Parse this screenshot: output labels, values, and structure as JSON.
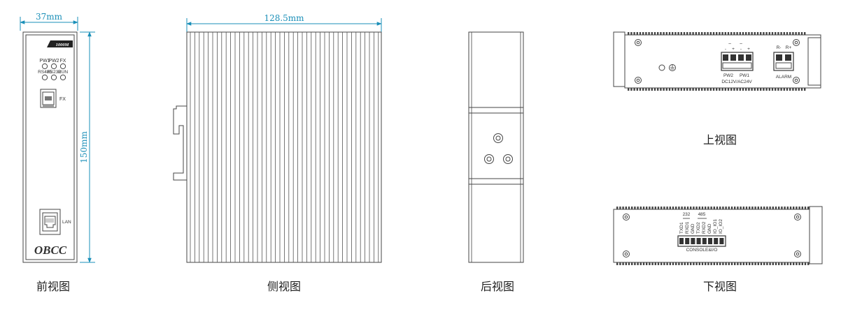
{
  "views": {
    "front": {
      "caption": "前视图",
      "width_dim": "37mm",
      "height_dim": "150mm",
      "speed_badge": "1000M",
      "led_top": [
        "PW1",
        "PW2",
        "FX"
      ],
      "led_bottom": [
        "RS485",
        "RS232",
        "RUN"
      ],
      "fx_port": "FX",
      "lan_port": "LAN",
      "brand": "OBCC"
    },
    "side": {
      "caption": "侧视图",
      "length_dim": "128.5mm"
    },
    "back": {
      "caption": "后视图"
    },
    "top": {
      "caption": "上视图",
      "power_symbols": [
        "~",
        "~"
      ],
      "power_polarity": [
        "-",
        "+",
        "-",
        "+"
      ],
      "power_labels": [
        "PW2",
        "PW1"
      ],
      "power_spec": "DC12V/AC24V",
      "relay_polarity": [
        "R-",
        "R+"
      ],
      "alarm_label": "ALARM"
    },
    "bottom": {
      "caption": "下视图",
      "group_labels": [
        "232",
        "485"
      ],
      "pins": [
        "TXD1",
        "RXD1",
        "GND",
        "TXD2",
        "RXD2",
        "GND",
        "IO_IO1",
        "IO_IO2"
      ],
      "connector_label": "CONSOLE&I/O"
    }
  }
}
